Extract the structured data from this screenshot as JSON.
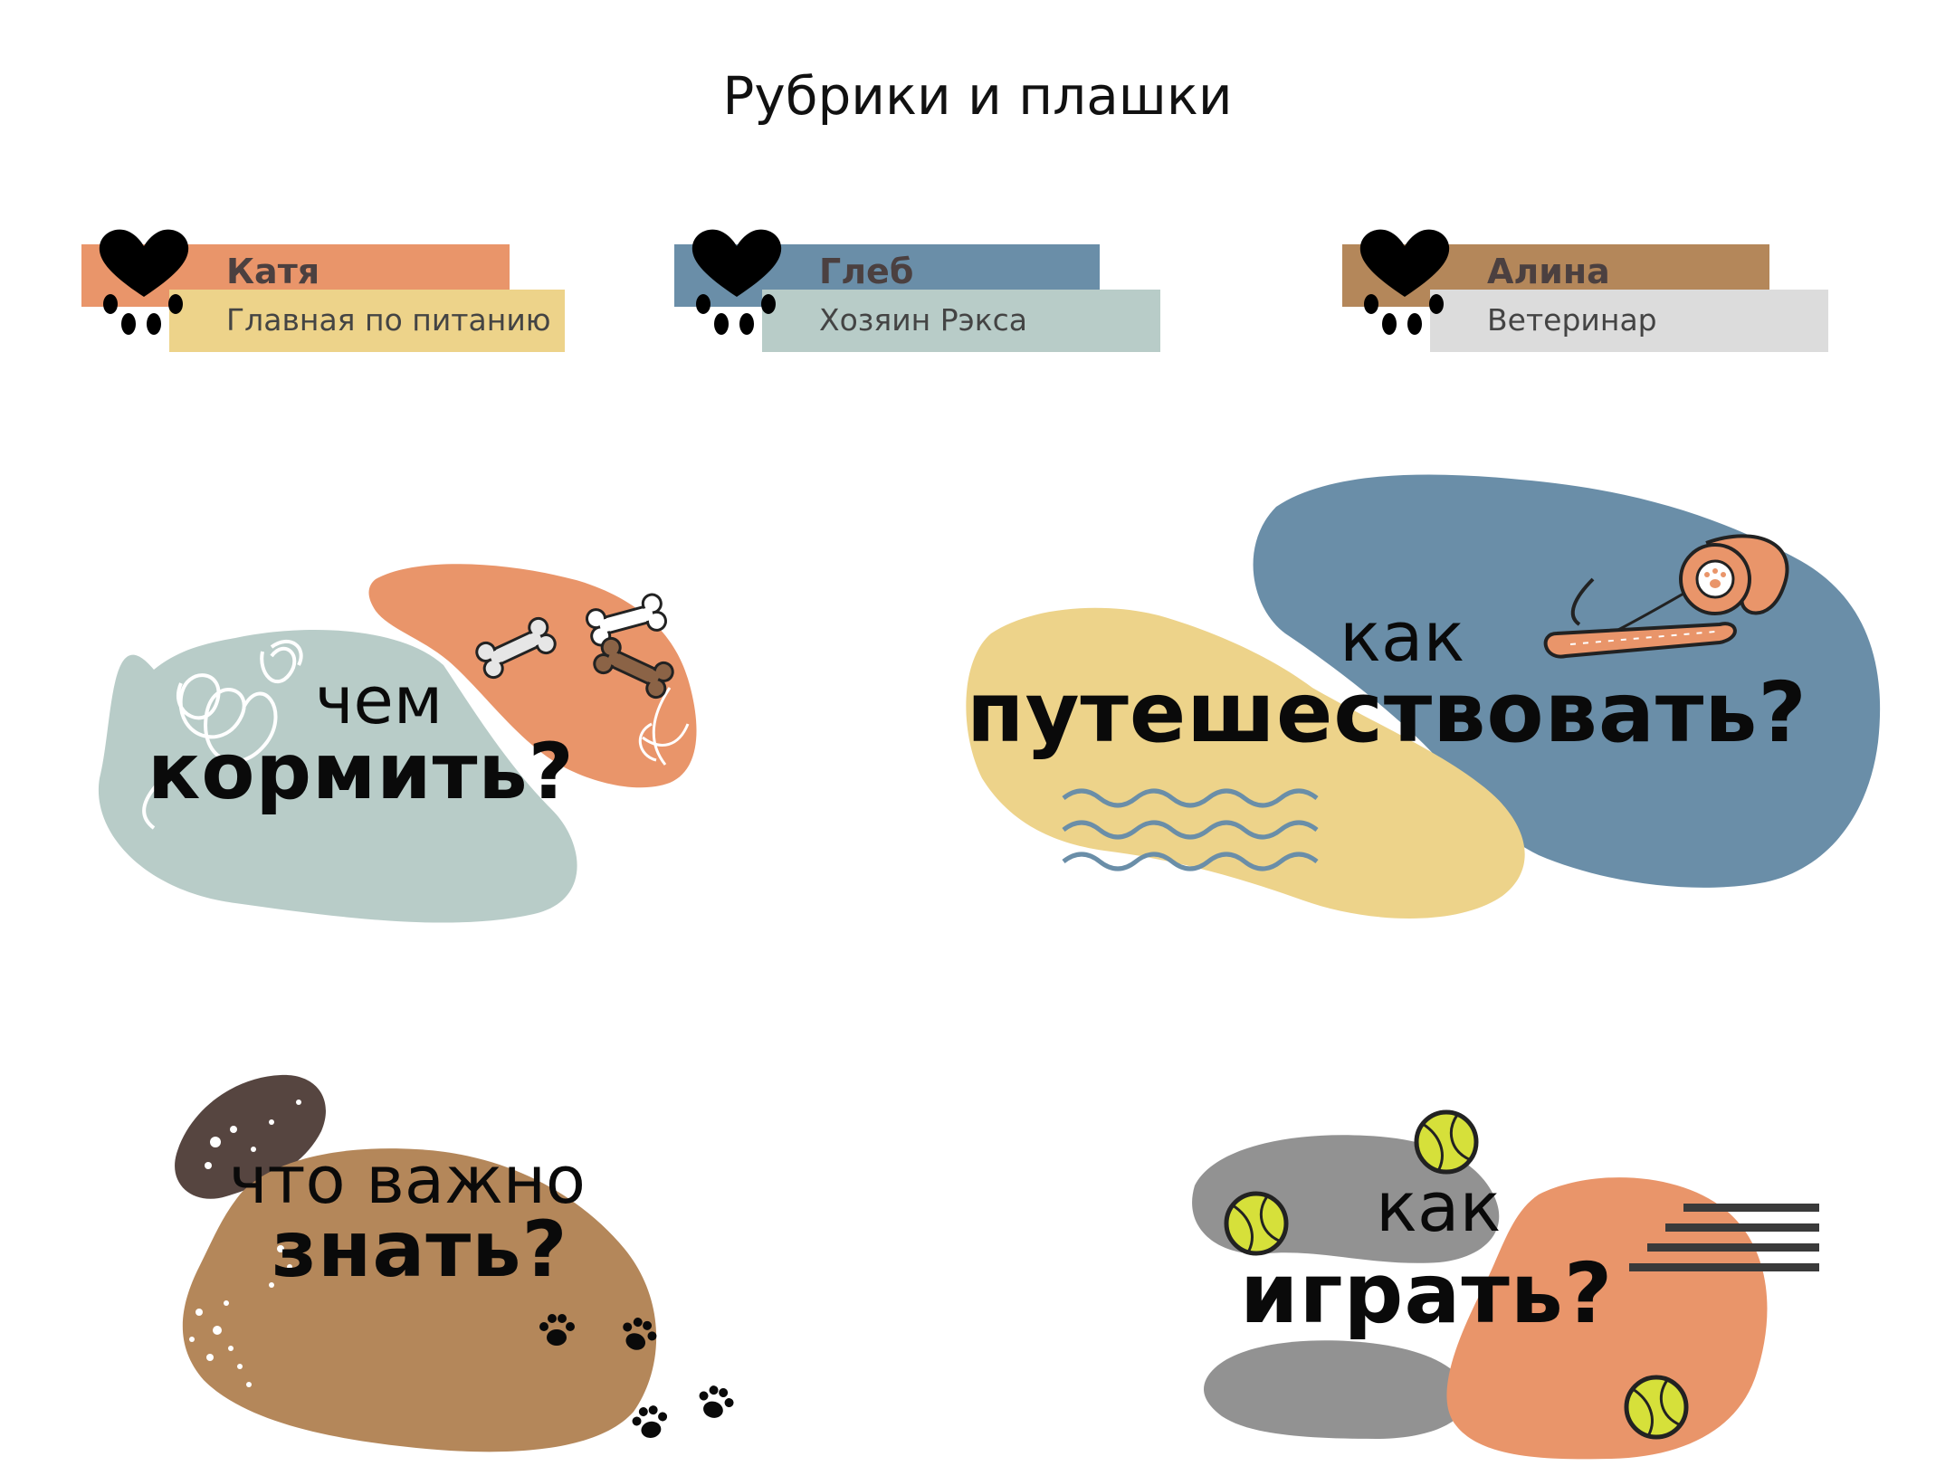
{
  "page": {
    "title": "Рубрики и плашки"
  },
  "authors": [
    {
      "name": "Катя",
      "role": "Главная по питанию",
      "color_top": "#e9956a",
      "color_bottom": "#edd38a"
    },
    {
      "name": "Глеб",
      "role": "Хозяин Рэкса",
      "color_top": "#6a8ea8",
      "color_bottom": "#b8ccc8"
    },
    {
      "name": "Алина",
      "role": "Ветеринар",
      "color_top": "#b4875a",
      "color_bottom": "#dcdcdc"
    }
  ],
  "rubrics": {
    "feed": {
      "line1": "чем",
      "line2": "кормить?"
    },
    "travel": {
      "line1": "как",
      "line2": "путешествовать?"
    },
    "know": {
      "line1": "что важно",
      "line2": "знать?"
    },
    "play": {
      "line1": "как",
      "line2": "играть?"
    }
  },
  "colors": {
    "orange": "#e9956a",
    "sage": "#b8ccc8",
    "blue": "#6a8ea8",
    "yellow": "#edd38a",
    "brown": "#b4875a",
    "dark_brown": "#564540",
    "grey": "#929292",
    "ball": "#d6e03a"
  },
  "icons": [
    "paw-heart-icon",
    "bone-icon",
    "leash-icon",
    "wave-icon",
    "paw-print-icon",
    "tennis-ball-icon",
    "speed-lines-icon"
  ]
}
